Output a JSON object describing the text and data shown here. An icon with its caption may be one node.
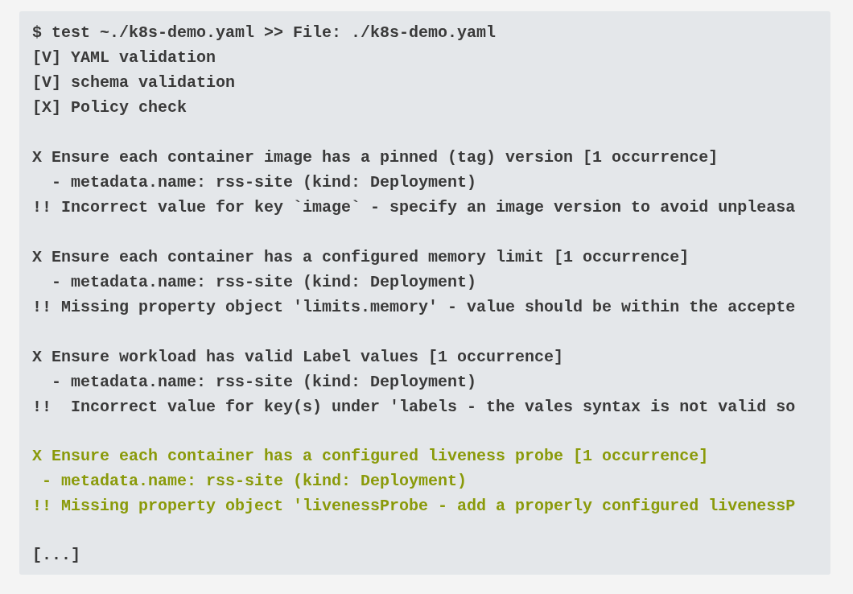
{
  "diagram": {
    "labels": [
      "$ test ~./k8s-demo.yaml >> File: ./k8s-demo.yaml",
      "[V] YAML validation",
      "[V] schema validation",
      "[X] Policy check",
      "X Ensure each container image has a pinned (tag) version [1 occurrence]",
      "- metadata.name: rss-site (kind: Deployment)",
      "!! Incorrect value for key `image` - specify an image version to avoid unpleasa",
      "X Ensure each container has a configured memory limit [1 occurrence]",
      "- metadata.name: rss-site (kind: Deployment)",
      "!! Missing property object 'limits.memory' - value should be within the accepte",
      "X Ensure workload has valid Label values [1 occurrence]",
      "- metadata.name: rss-site (kind: Deployment)",
      "!!  Incorrect value for key(s) under 'labels - the vales syntax is not valid so",
      "X Ensure each container has a configured liveness probe [1 occurrence]",
      "- metadata.name: rss-site (kind: Deployment)",
      "!! Missing property object 'livenessProbe - add a properly configured livenessP",
      "[...]"
    ]
  }
}
